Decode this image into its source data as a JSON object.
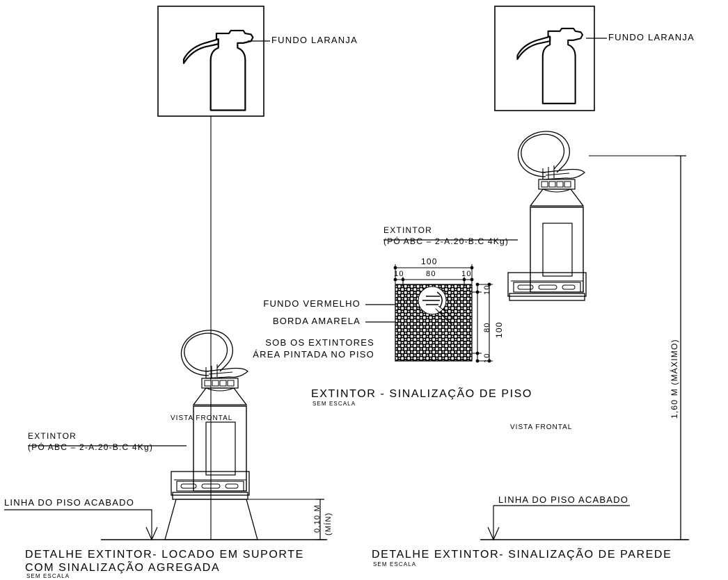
{
  "drawing": {
    "type": "cad-detail-sheet",
    "language": "pt-BR",
    "background_color": "#ffffff",
    "line_color": "#000000"
  },
  "panels": [
    {
      "id": "left",
      "title": "DETALHE EXTINTOR- LOCADO EM SUPORTE",
      "title_line2": "COM SINALIZAÇÃO AGREGADA",
      "scale_note": "SEM ESCALA",
      "view_note": "VISTA FRONTAL"
    },
    {
      "id": "right",
      "title": "DETALHE EXTINTOR- SINALIZAÇÃO DE PAREDE",
      "scale_note": "SEM ESCALA",
      "view_note": "VISTA FRONTAL"
    }
  ],
  "center_panel": {
    "title": "EXTINTOR - SINALIZAÇÃO DE PISO",
    "scale_note": "SEM ESCALA",
    "callouts": [
      "FUNDO VERMELHO",
      "BORDA AMARELA"
    ],
    "note_line1": "SOB OS EXTINTORES",
    "note_line2": "ÁREA PINTADA NO PISO",
    "dimensions_top": {
      "overall": "100",
      "left_margin": "10",
      "inner": "80",
      "right_margin": "10"
    },
    "dimensions_right": {
      "overall": "100",
      "top_margin": "10",
      "inner": "80",
      "bottom_margin": "10"
    }
  },
  "callouts": {
    "sign_left": "FUNDO LARANJA",
    "sign_right": "FUNDO LARANJA",
    "extinguisher_left_line1": "EXTINTOR",
    "extinguisher_left_line2": "(PÓ ABC – 2-A:20-B:C 4Kg)",
    "extinguisher_center_line1": "EXTINTOR",
    "extinguisher_center_line2": "(PÓ ABC – 2-A:20-B:C 4Kg)",
    "floor_line_left": "LINHA DO PISO ACABADO",
    "floor_line_right": "LINHA DO PISO ACABADO"
  },
  "dimensions": {
    "left_height_value": "0,10 M",
    "left_height_qualifier": "(MÍN)",
    "right_height": "1,60 M (MÁXIMO)"
  },
  "icons": {
    "sign_box": "fire-extinguisher-pictogram",
    "floor_marking": "hatched-floor-area",
    "arrow": "floor-level-arrow"
  }
}
